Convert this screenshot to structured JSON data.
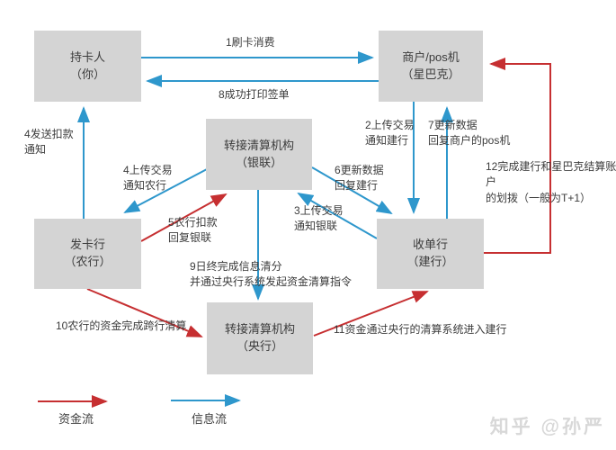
{
  "diagram": {
    "title_hint": "银行卡刷卡交易资金流与信息流流程图",
    "nodes": {
      "cardholder": {
        "text": "持卡人\n（你）"
      },
      "merchant": {
        "text": "商户/pos机\n（星巴克）"
      },
      "unionpay": {
        "text": "转接清算机构\n（银联）"
      },
      "issuer": {
        "text": "发卡行\n（农行）"
      },
      "acquirer": {
        "text": "收单行\n（建行）"
      },
      "pboc": {
        "text": "转接清算机构\n（央行）"
      }
    },
    "edge_labels": {
      "e1": "1刷卡消费",
      "e2": "2上传交易\n通知建行",
      "e3": "3上传交易\n通知银联",
      "e4_notify": "4发送扣款\n通知",
      "e4_upload": "4上传交易\n通知农行",
      "e5": "5农行扣款\n回复银联",
      "e6": "6更新数据\n回复建行",
      "e7": "7更新数据\n回复商户的pos机",
      "e8": "8成功打印签单",
      "e9": "9日终完成信息清分\n并通过央行系统发起资金清算指令",
      "e10": "10农行的资金完成跨行清算",
      "e11": "11资金通过央行的清算系统进入建行",
      "e12": "12完成建行和星巴克结算账户\n的划拨（一般为T+1）"
    },
    "legend": {
      "capital_flow_label": "资金流",
      "info_flow_label": "信息流"
    },
    "colors": {
      "capital_flow": "#c62f31",
      "info_flow": "#2e97cc",
      "node_bg": "#d4d4d4",
      "text": "#3c3c3c"
    },
    "watermark": "知乎 @孙严"
  }
}
